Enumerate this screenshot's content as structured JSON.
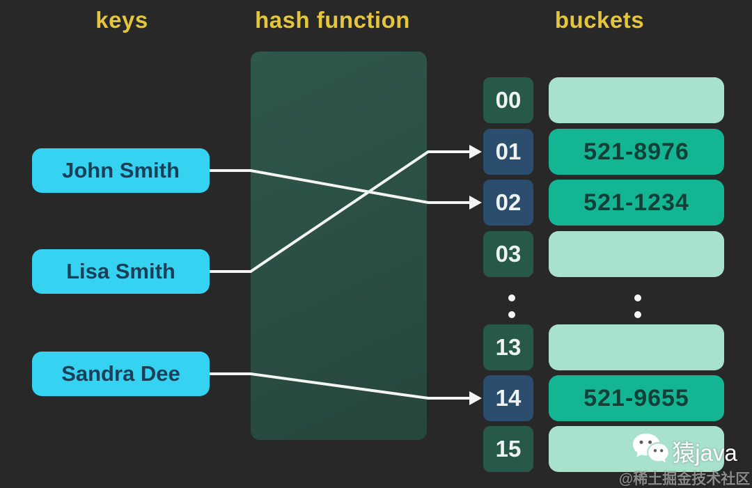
{
  "headers": {
    "keys": "keys",
    "hash_function": "hash function",
    "buckets": "buckets"
  },
  "keys": [
    {
      "label": "John Smith"
    },
    {
      "label": "Lisa Smith"
    },
    {
      "label": "Sandra Dee"
    }
  ],
  "buckets": [
    {
      "index": "00",
      "highlighted": false,
      "value": ""
    },
    {
      "index": "01",
      "highlighted": true,
      "value": "521-8976"
    },
    {
      "index": "02",
      "highlighted": true,
      "value": "521-1234"
    },
    {
      "index": "03",
      "highlighted": false,
      "value": ""
    },
    {
      "index": "13",
      "highlighted": false,
      "value": ""
    },
    {
      "index": "14",
      "highlighted": true,
      "value": "521-9655"
    },
    {
      "index": "15",
      "highlighted": false,
      "value": ""
    }
  ],
  "ellipsis_between": [
    "03",
    "13"
  ],
  "connections": [
    {
      "from_key": 0,
      "to_bucket": "02"
    },
    {
      "from_key": 1,
      "to_bucket": "01"
    },
    {
      "from_key": 2,
      "to_bucket": "14"
    }
  ],
  "watermark": {
    "title": "猿java",
    "subtitle": "@稀土掘金技术社区",
    "icon": "wechat-icon"
  },
  "colors": {
    "background": "#282828",
    "header_text": "#e5c53a",
    "hash_box": "#2b5046",
    "key_fill": "#35d2f2",
    "key_text": "#1a4058",
    "index_default": "#27594a",
    "index_highlighted": "#2c4e6e",
    "index_text": "#eef3f1",
    "bucket_filled": "#13b592",
    "bucket_empty": "#a9e2cc",
    "bucket_text": "#123f38",
    "connector_line": "#f2f5f2"
  }
}
